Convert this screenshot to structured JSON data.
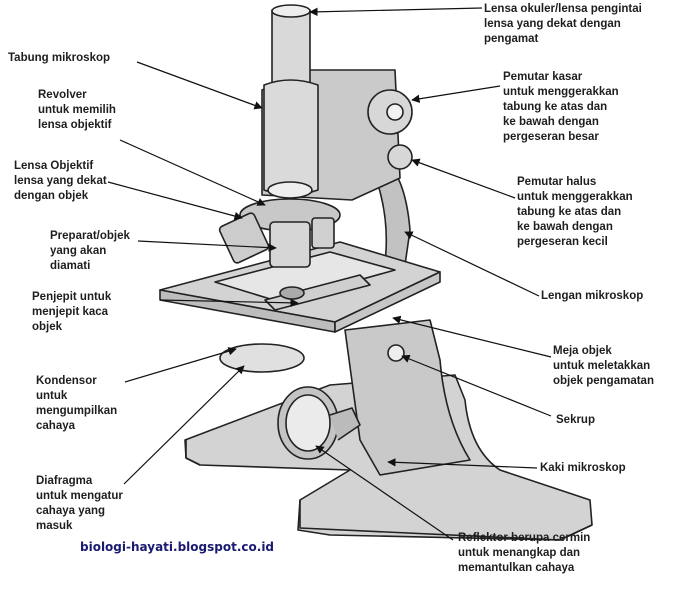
{
  "diagram": {
    "labels": [
      {
        "id": "lensa-okuler",
        "lines": [
          "Lensa okuler/lensa pengintai",
          "lensa yang dekat dengan",
          "pengamat"
        ]
      },
      {
        "id": "tabung-mikroskop",
        "lines": [
          "Tabung mikroskop"
        ]
      },
      {
        "id": "revolver",
        "lines": [
          "Revolver",
          "untuk memilih",
          "lensa objektif"
        ]
      },
      {
        "id": "pemutar-kasar",
        "lines": [
          "Pemutar kasar",
          "untuk menggerakkan",
          "tabung ke atas dan",
          "ke bawah dengan",
          "pergeseran besar"
        ]
      },
      {
        "id": "lensa-objektif",
        "lines": [
          "Lensa Objektif",
          "lensa yang dekat",
          "dengan objek"
        ]
      },
      {
        "id": "pemutar-halus",
        "lines": [
          "Pemutar halus",
          "untuk menggerakkan",
          "tabung ke atas dan",
          "ke bawah dengan",
          "pergeseran kecil"
        ]
      },
      {
        "id": "preparat",
        "lines": [
          "Preparat/objek",
          "yang akan",
          "diamati"
        ]
      },
      {
        "id": "lengan-mikroskop",
        "lines": [
          "Lengan mikroskop"
        ]
      },
      {
        "id": "penjepit",
        "lines": [
          "Penjepit untuk",
          "menjepit kaca",
          "objek"
        ]
      },
      {
        "id": "meja-objek",
        "lines": [
          "Meja objek",
          "untuk meletakkan",
          "objek pengamatan"
        ]
      },
      {
        "id": "kondensor",
        "lines": [
          "Kondensor",
          "untuk",
          "mengumpilkan",
          "cahaya"
        ]
      },
      {
        "id": "sekrup",
        "lines": [
          "Sekrup"
        ]
      },
      {
        "id": "kaki-mikroskop",
        "lines": [
          "Kaki mikroskop"
        ]
      },
      {
        "id": "diafragma",
        "lines": [
          "Diafragma",
          "untuk mengatur",
          "cahaya yang",
          "masuk"
        ]
      },
      {
        "id": "reflektor",
        "lines": [
          "Reflektor berupa cermin",
          "untuk menangkap dan",
          "memantulkan cahaya"
        ]
      }
    ],
    "credit": "biologi-hayati.blogspot.co.id",
    "colors": {
      "body": "#d3d3d3",
      "body_dark": "#bdbdbd",
      "outline": "#222222",
      "text": "#1e1e1e",
      "credit": "#1a1a70"
    }
  }
}
